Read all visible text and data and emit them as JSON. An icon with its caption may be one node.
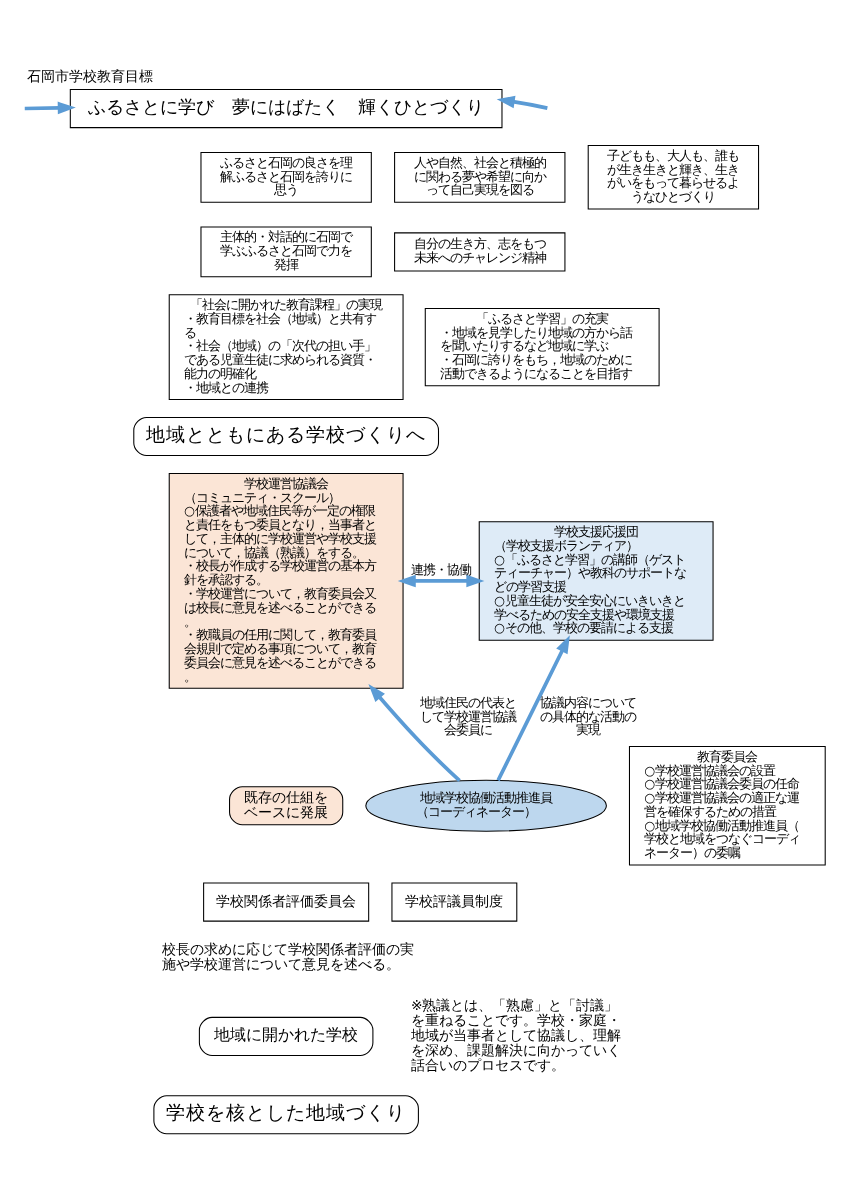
{
  "diagram": {
    "title": "石岡市学校教育目標",
    "nodes": [
      {
        "text": [
          "ふるさとに学び　夢にはばたく　輝くひとづくり"
        ]
      },
      {
        "text": [
          "ふるさと石岡の良さを理解ふるさと石岡を誇りに思う"
        ]
      },
      {
        "text": [
          "主体的・対話的に石岡で学ぶふるさと石岡で力を発揮"
        ]
      },
      {
        "text": [
          "人や自然、社会と積極的に関わる夢や希望に向かって自己実現を図る"
        ]
      },
      {
        "text": [
          "自分の生き方、志をもつ未来へのチャレンジ精神"
        ]
      },
      {
        "text": [
          "子どもも、大人も、誰もが生き生きと輝き、生きがいをもって暮らせるようなひとづくり"
        ]
      },
      {
        "text": [
          "「社会に開かれた教育課程」の実現",
          "・教育目標を社会（地域）と共有する",
          "・社会（地域）の「次代の担い手」である児童生徒に求められる資質・能力の明確化",
          "・地域との連携"
        ]
      },
      {
        "text": [
          "「ふるさと学習」の充実",
          "・地域を見学したり地域の方から話を聞いたりするなど地域に学ぶ",
          "・石岡に誇りをもち，地域のために活動できるようになることを目指す"
        ]
      },
      {
        "text": [
          "地域とともにある学校づくりへ"
        ]
      },
      {
        "text": [
          "学校運営協議会",
          "（コミュニティ・スクール）",
          "○保護者や地域住民等が一定の権限と責任をもつ委員となり，当事者として，主体的に学校運営や学校支援について，協議（熟議）をする。",
          "・校長が作成する学校運営の基本方針を承認する。",
          "・学校運営について，教育委員会又は校長に意見を述べることができる。",
          "・教職員の任用に関して，教育委員会規則で定める事項について，教育委員会に意見を述べることができる。"
        ]
      },
      {
        "text": [
          "学校支援応援団",
          "（学校支援ボランティア）",
          "○「ふるさと学習」の講師（ゲストティーチャー）や教科のサポートなどの学習支援",
          "○児童生徒が安全安心にいきいきと学べるための安全支援や環境支援",
          "○その他、学校の要請による支援"
        ]
      },
      {
        "text": [
          "地域学校協働活動推進員",
          "（コーディネーター）"
        ]
      },
      {
        "text": [
          "教育委員会",
          "○学校運営協議会の設置",
          "○学校運営協議会委員の任命",
          "○学校運営協議会の適正な運営を確保するための措置",
          "○地域学校協働活動推進員（学校と地域をつなぐコーディネーター）の委嘱"
        ]
      },
      {
        "text": [
          "既存の仕組をベースに発展"
        ]
      },
      {
        "text": [
          "学校関係者評価委員会"
        ]
      },
      {
        "text": [
          "学校評議員制度"
        ]
      },
      {
        "text": [
          "地域に開かれた学校"
        ]
      },
      {
        "text": [
          "学校を核とした地域づくり"
        ]
      }
    ],
    "edges": [
      {
        "from": null,
        "to": 0,
        "arrow": "to",
        "color": "#5b9bd5"
      },
      {
        "from": null,
        "to": 0,
        "arrow": "to",
        "color": "#5b9bd5"
      },
      {
        "from": 9,
        "to": 10,
        "arrow": "both",
        "label": "連携・協働",
        "color": "#5b9bd5"
      },
      {
        "from": 11,
        "to": 9,
        "arrow": "to",
        "label": "地域住民の代表として学校運営協議会委員に",
        "color": "#5b9bd5"
      },
      {
        "from": 11,
        "to": 10,
        "arrow": "to",
        "label": "協議内容についての具体的な活動の実現",
        "color": "#5b9bd5"
      }
    ],
    "labels": [
      "※熟議とは、「熟慮」と「討議」を重ねることです。学校・家庭・地域が当事者として協議し、理解を深め、課題解決に向かっていく話合いのプロセスです。",
      "校長の求めに応じて学校関係者評価の実施や学校運営について意見を述べる。"
    ]
  }
}
